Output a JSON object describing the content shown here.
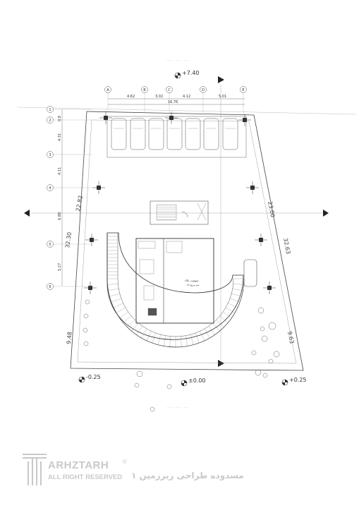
{
  "levels": {
    "top": "+7.40",
    "left": "-0.25",
    "center": "±0.00",
    "right": "+0.25"
  },
  "axes_top": [
    "A",
    "B",
    "C",
    "D",
    "E"
  ],
  "axes_left": [
    "1",
    "2",
    "3",
    "4",
    "5",
    "6"
  ],
  "dims_top": [
    "4.62",
    "3.02",
    "4.12",
    "5.01"
  ],
  "dim_top_total": "16.76",
  "dims_left": [
    "0.8",
    "4.31",
    "4.11",
    "6.88",
    "5.27"
  ],
  "dims_site": {
    "left_upper": "22.82",
    "left_mid": "32.30",
    "left_lower": "9.48",
    "right_upper": "23.00",
    "right_mid": "32.63",
    "right_lower": "9.63"
  },
  "room_label": "سوئیت بالاء",
  "room_sub": "۲۸ متر مربع",
  "watermark": {
    "brand": "ARHZTARH",
    "rights": "ALL RIGHT RESERVED",
    "reg": "©",
    "persian": "مسدوده طراحی زیرزمین ۱"
  }
}
